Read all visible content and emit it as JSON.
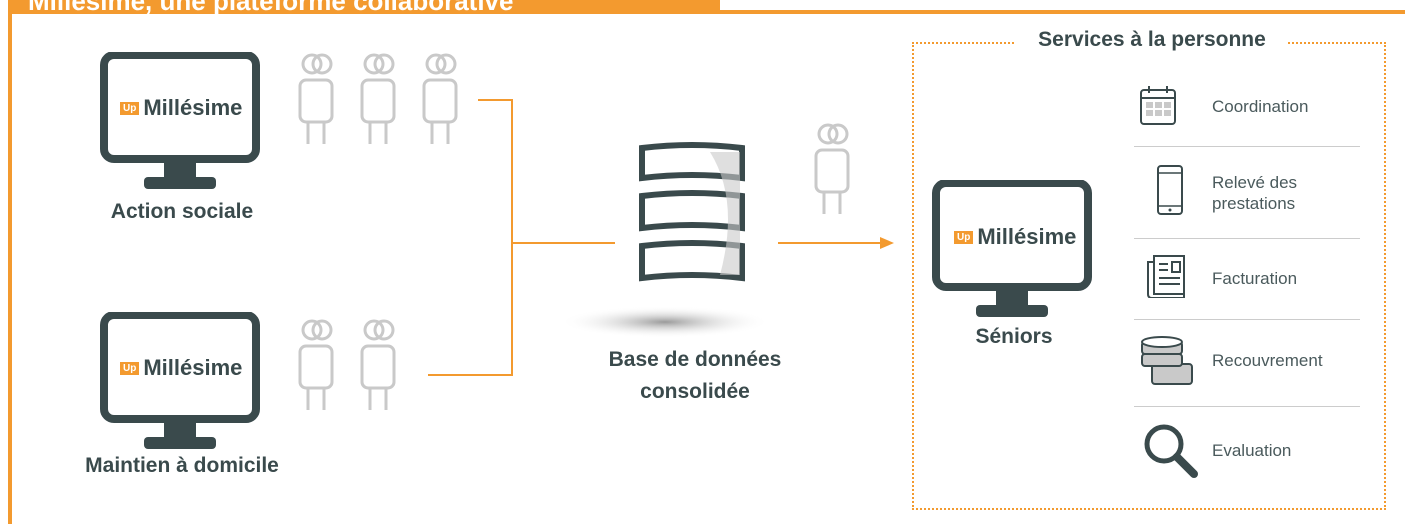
{
  "header": {
    "title": "Millésime, une plateforme collaborative"
  },
  "logo": {
    "badge": "Up",
    "name": "Millésime"
  },
  "nodes": {
    "action_sociale": "Action sociale",
    "maintien_domicile": "Maintien à domicile",
    "database": "Base de données\nconsolidée",
    "seniors": "Séniors"
  },
  "services": {
    "title": "Services à la personne",
    "items": [
      {
        "label": "Coordination",
        "icon": "calendar-icon"
      },
      {
        "label": "Relevé des\nprestations",
        "icon": "smartphone-icon"
      },
      {
        "label": "Facturation",
        "icon": "invoice-icon"
      },
      {
        "label": "Recouvrement",
        "icon": "coins-icon"
      },
      {
        "label": "Evaluation",
        "icon": "magnifier-icon"
      }
    ]
  },
  "colors": {
    "accent": "#f39a2f",
    "dark": "#3a4a4c",
    "people": "#c9c9c9"
  }
}
